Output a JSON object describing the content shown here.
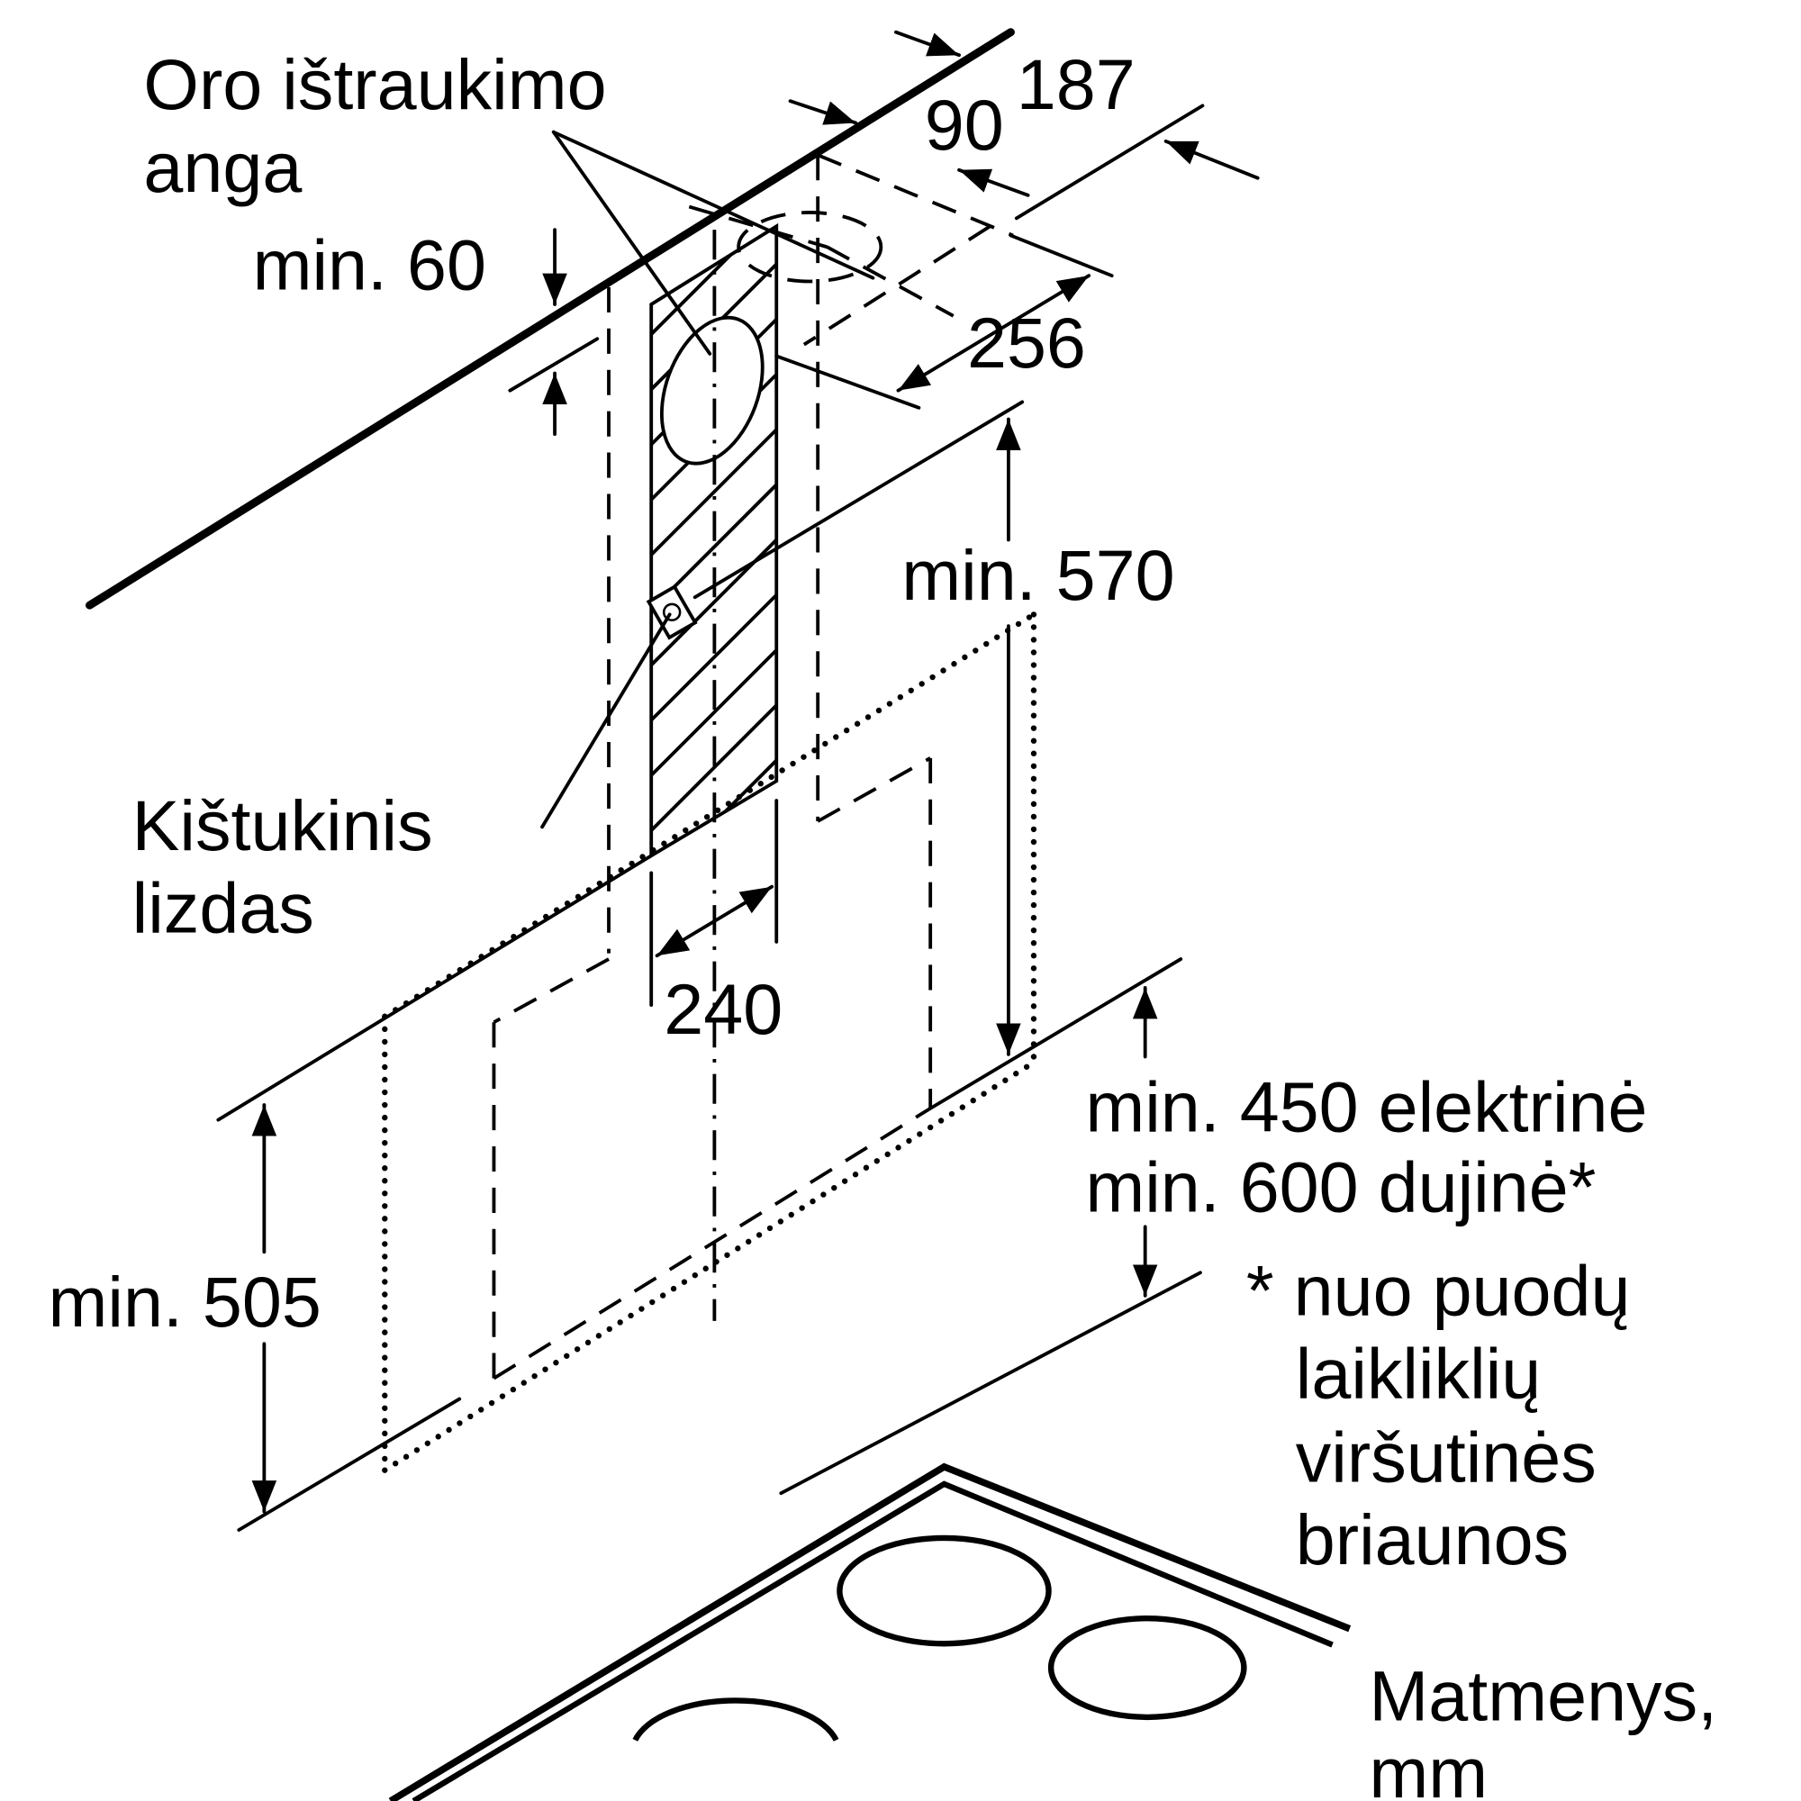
{
  "labels": {
    "air_outlet_line1": "Oro ištraukimo",
    "air_outlet_line2": "anga",
    "min60": "min. 60",
    "d187": "187",
    "d90": "90",
    "d256": "256",
    "min570": "min. 570",
    "socket_line1": "Kištukinis",
    "socket_line2": "lizdas",
    "d240": "240",
    "min505": "min. 505",
    "min450": "min. 450 elektrinė",
    "min600": "min. 600 dujinė*",
    "note_line1": "* nuo puodų",
    "note_line2": "laikliklių",
    "note_line3": "viršutinės",
    "note_line4": "briaunos",
    "units_line1": "Matmenys,",
    "units_line2": "mm"
  }
}
